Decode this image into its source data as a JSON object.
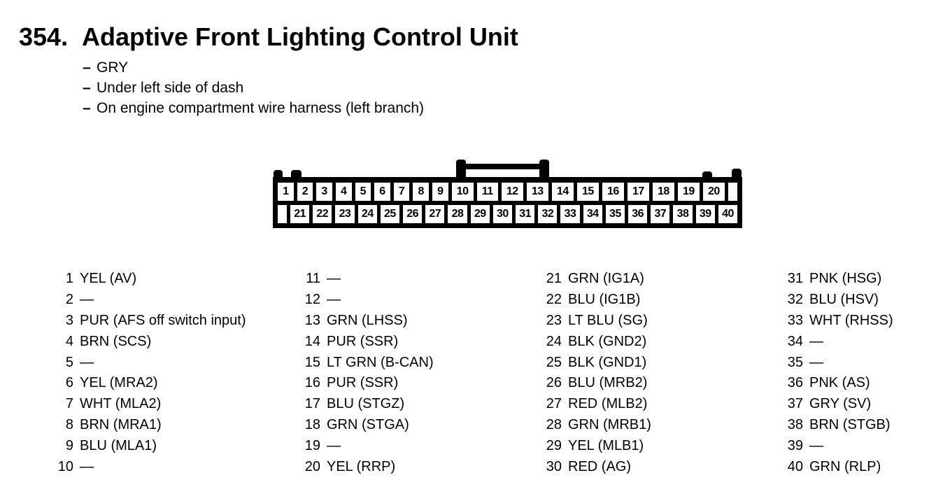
{
  "header": {
    "number": "354.",
    "title": "Adaptive Front Lighting Control Unit",
    "notes": [
      {
        "prefix": "–",
        "text": "GRY"
      },
      {
        "prefix": "–",
        "text": "Under left side of dash"
      },
      {
        "prefix": "–",
        "text": "On engine compartment wire harness (left branch)"
      }
    ]
  },
  "connector": {
    "top_row_pins": [
      "1",
      "2",
      "3",
      "4",
      "5",
      "6",
      "7",
      "8",
      "9",
      "10",
      "11",
      "12",
      "13",
      "14",
      "15",
      "16",
      "17",
      "18",
      "19",
      "20"
    ],
    "bottom_row_pins": [
      "21",
      "22",
      "23",
      "24",
      "25",
      "26",
      "27",
      "28",
      "29",
      "30",
      "31",
      "32",
      "33",
      "34",
      "35",
      "36",
      "37",
      "38",
      "39",
      "40"
    ]
  },
  "pin_list": {
    "columns": [
      {
        "entries": [
          {
            "pin": "1",
            "desc": "YEL (AV)"
          },
          {
            "pin": "2",
            "desc": "—"
          },
          {
            "pin": "3",
            "desc": "PUR (AFS off switch input)"
          },
          {
            "pin": "4",
            "desc": "BRN (SCS)"
          },
          {
            "pin": "5",
            "desc": "—"
          },
          {
            "pin": "6",
            "desc": "YEL (MRA2)"
          },
          {
            "pin": "7",
            "desc": "WHT (MLA2)"
          },
          {
            "pin": "8",
            "desc": "BRN (MRA1)"
          },
          {
            "pin": "9",
            "desc": "BLU (MLA1)"
          },
          {
            "pin": "10",
            "desc": "—"
          }
        ]
      },
      {
        "entries": [
          {
            "pin": "11",
            "desc": "—"
          },
          {
            "pin": "12",
            "desc": "—"
          },
          {
            "pin": "13",
            "desc": "GRN (LHSS)"
          },
          {
            "pin": "14",
            "desc": "PUR (SSR)"
          },
          {
            "pin": "15",
            "desc": "LT GRN (B-CAN)"
          },
          {
            "pin": "16",
            "desc": "PUR (SSR)"
          },
          {
            "pin": "17",
            "desc": "BLU (STGZ)"
          },
          {
            "pin": "18",
            "desc": "GRN (STGA)"
          },
          {
            "pin": "19",
            "desc": "—"
          },
          {
            "pin": "20",
            "desc": "YEL (RRP)"
          }
        ]
      },
      {
        "entries": [
          {
            "pin": "21",
            "desc": "GRN (IG1A)"
          },
          {
            "pin": "22",
            "desc": "BLU (IG1B)"
          },
          {
            "pin": "23",
            "desc": "LT BLU (SG)"
          },
          {
            "pin": "24",
            "desc": "BLK (GND2)"
          },
          {
            "pin": "25",
            "desc": "BLK (GND1)"
          },
          {
            "pin": "26",
            "desc": "BLU (MRB2)"
          },
          {
            "pin": "27",
            "desc": "RED (MLB2)"
          },
          {
            "pin": "28",
            "desc": "GRN (MRB1)"
          },
          {
            "pin": "29",
            "desc": "YEL (MLB1)"
          },
          {
            "pin": "30",
            "desc": "RED (AG)"
          }
        ]
      },
      {
        "entries": [
          {
            "pin": "31",
            "desc": "PNK (HSG)"
          },
          {
            "pin": "32",
            "desc": "BLU (HSV)"
          },
          {
            "pin": "33",
            "desc": "WHT (RHSS)"
          },
          {
            "pin": "34",
            "desc": "—"
          },
          {
            "pin": "35",
            "desc": "—"
          },
          {
            "pin": "36",
            "desc": "PNK (AS)"
          },
          {
            "pin": "37",
            "desc": "GRY (SV)"
          },
          {
            "pin": "38",
            "desc": "BRN (STGB)"
          },
          {
            "pin": "39",
            "desc": "—"
          },
          {
            "pin": "40",
            "desc": "GRN (RLP)"
          }
        ]
      }
    ]
  },
  "colors": {
    "ink": "#000000",
    "background": "#ffffff"
  }
}
